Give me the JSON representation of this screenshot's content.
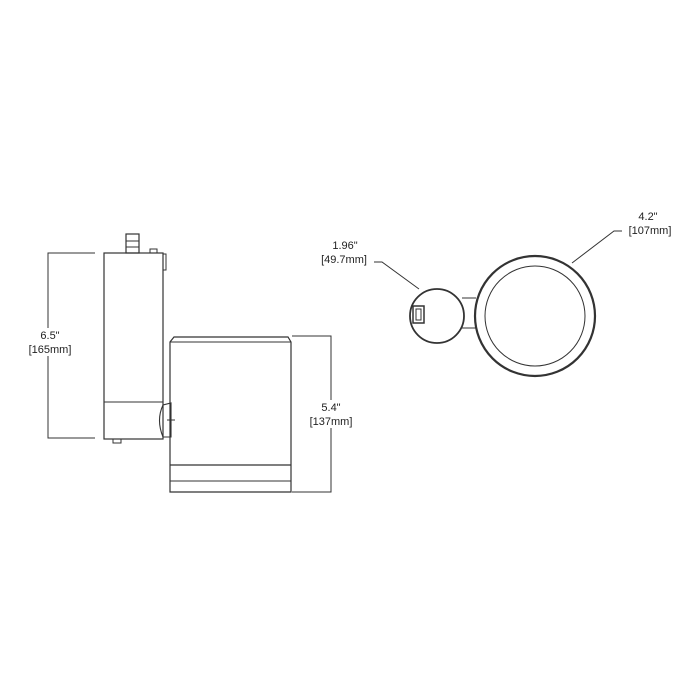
{
  "dimensions": {
    "height_overall": {
      "inch": "6.5\"",
      "mm": "[165mm]"
    },
    "height_head": {
      "inch": "5.4\"",
      "mm": "[137mm]"
    },
    "adapter_diameter": {
      "inch": "1.96\"",
      "mm": "[49.7mm]"
    },
    "head_diameter": {
      "inch": "4.2\"",
      "mm": "[107mm]"
    }
  },
  "colors": {
    "line": "#333333",
    "background": "#ffffff"
  }
}
